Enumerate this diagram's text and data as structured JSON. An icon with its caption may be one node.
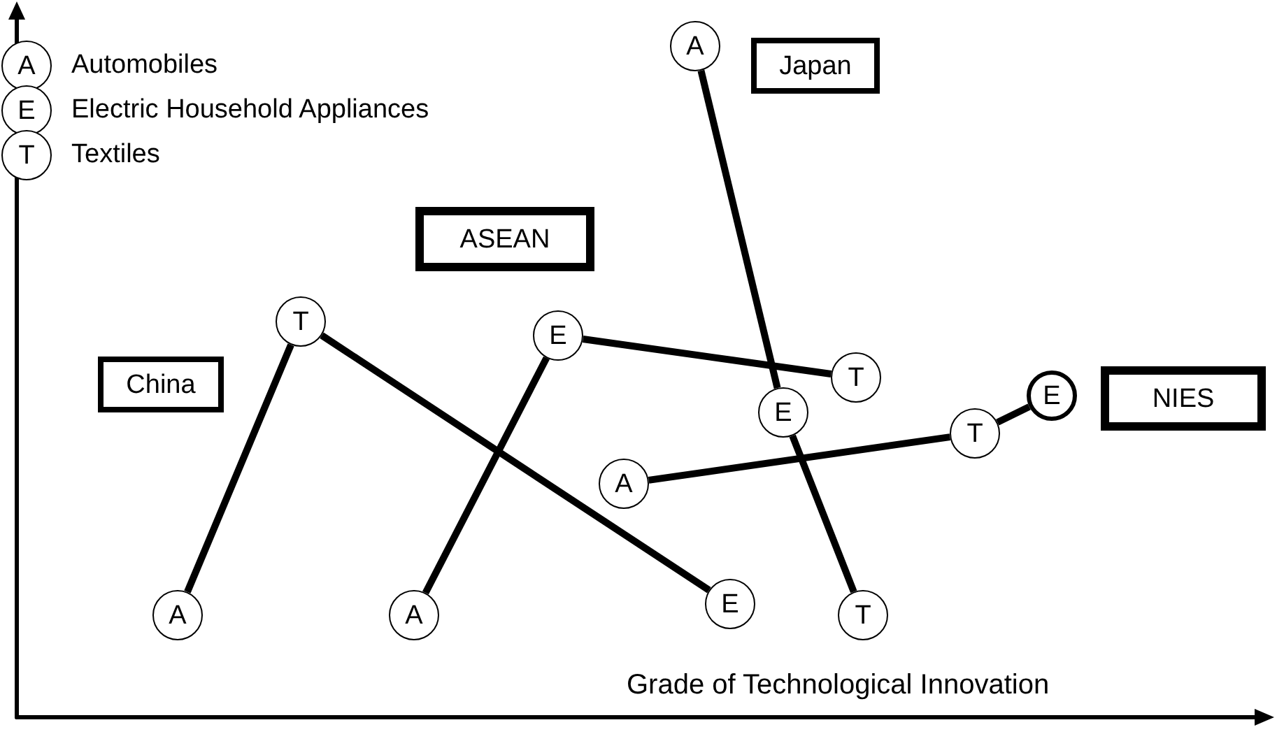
{
  "diagram": {
    "nodes": [
      {
        "text": [
          "A"
        ],
        "beside": [
          "Automobiles"
        ]
      },
      {
        "text": [
          "E"
        ],
        "beside": [
          "Electric Household Appliances"
        ]
      },
      {
        "text": [
          "T"
        ],
        "beside": [
          "Textiles"
        ]
      },
      {
        "text": [
          "China"
        ]
      },
      {
        "text": [
          "ASEAN"
        ]
      },
      {
        "text": [
          "Japan"
        ]
      },
      {
        "text": [
          "NIES"
        ]
      },
      {
        "text": [
          "A"
        ]
      },
      {
        "text": [
          "T"
        ]
      },
      {
        "text": [
          "E"
        ]
      },
      {
        "text": [
          "A"
        ]
      },
      {
        "text": [
          "E"
        ]
      },
      {
        "text": [
          "T"
        ]
      },
      {
        "text": [
          "A"
        ]
      },
      {
        "text": [
          "E"
        ]
      },
      {
        "text": [
          "T"
        ]
      },
      {
        "text": [
          "A"
        ]
      },
      {
        "text": [
          "T"
        ]
      },
      {
        "text": [
          "E"
        ]
      }
    ],
    "edges": [
      {
        "from": 7,
        "to": 8,
        "arrow": "none"
      },
      {
        "from": 8,
        "to": 9,
        "arrow": "none"
      },
      {
        "from": 10,
        "to": 11,
        "arrow": "none"
      },
      {
        "from": 11,
        "to": 12,
        "arrow": "none"
      },
      {
        "from": 13,
        "to": 14,
        "arrow": "none"
      },
      {
        "from": 14,
        "to": 15,
        "arrow": "none"
      },
      {
        "from": 16,
        "to": 17,
        "arrow": "none"
      },
      {
        "from": 17,
        "to": 18,
        "arrow": "none"
      }
    ],
    "labels": [
      "Grade of Technological Innovation"
    ]
  }
}
